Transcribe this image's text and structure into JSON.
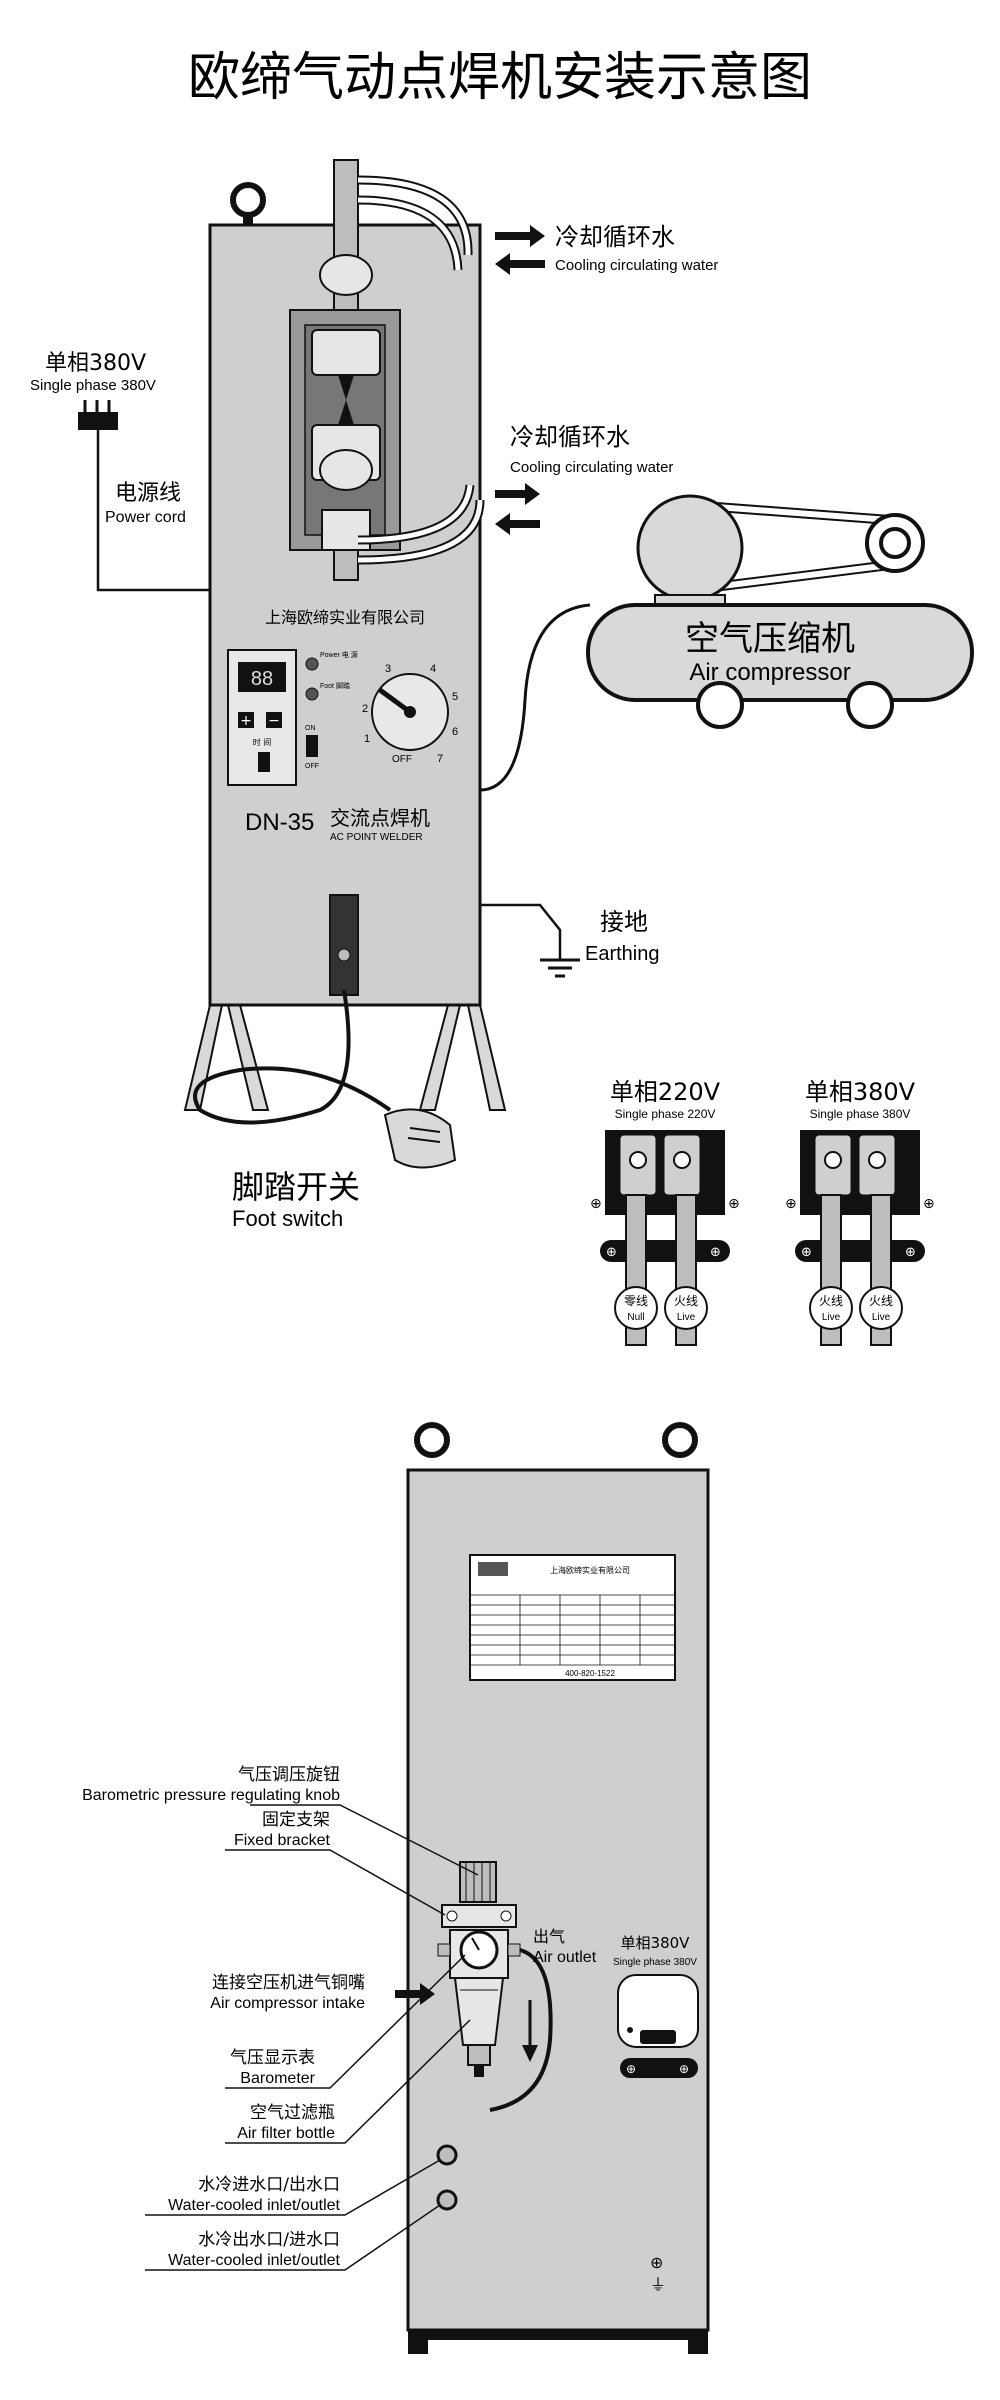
{
  "title": "欧缔气动点焊机安装示意图",
  "front": {
    "cooling_water_top_cn": "冷却循环水",
    "cooling_water_top_en": "Cooling circulating water",
    "cooling_water_mid_cn": "冷却循环水",
    "cooling_water_mid_en": "Cooling circulating water",
    "power_supply_cn": "单相380V",
    "power_supply_en": "Single phase 380V",
    "power_cord_cn": "电源线",
    "power_cord_en": "Power cord",
    "company_name": "上海欧缔实业有限公司",
    "model": "DN-35",
    "model_cn": "交流点焊机",
    "model_en": "AC POINT WELDER",
    "controller_display": "88",
    "power_indicator": "Power 电 源",
    "foot_indicator": "Foot 脚踏",
    "on_label": "ON",
    "off_label": "OFF",
    "time_label": "时 间",
    "dial_numbers": [
      "1",
      "2",
      "3",
      "4",
      "5",
      "6",
      "7"
    ],
    "dial_off": "OFF",
    "compressor_cn": "空气压缩机",
    "compressor_en": "Air compressor",
    "earthing_cn": "接地",
    "earthing_en": "Earthing",
    "foot_switch_cn": "脚踏开关",
    "foot_switch_en": "Foot switch"
  },
  "terminals": [
    {
      "title_cn": "单相220V",
      "title_en": "Single phase 220V",
      "left_cn": "零线",
      "left_en": "Null",
      "right_cn": "火线",
      "right_en": "Live"
    },
    {
      "title_cn": "单相380V",
      "title_en": "Single phase 380V",
      "left_cn": "火线",
      "left_en": "Live",
      "right_cn": "火线",
      "right_en": "Live"
    }
  ],
  "rear": {
    "nameplate_company": "上海欧缔实业有限公司",
    "nameplate_phone": "400-820-1522",
    "knob_cn": "气压调压旋钮",
    "knob_en": "Barometric pressure regulating knob",
    "bracket_cn": "固定支架",
    "bracket_en": "Fixed bracket",
    "intake_cn": "连接空压机进气铜嘴",
    "intake_en": "Air compressor intake",
    "barometer_cn": "气压显示表",
    "barometer_en": "Barometer",
    "filter_cn": "空气过滤瓶",
    "filter_en": "Air filter bottle",
    "outlet_cn": "出气",
    "outlet_en": "Air outlet",
    "water1_cn": "水冷进水口/出水口",
    "water1_en": "Water-cooled inlet/outlet",
    "water2_cn": "水冷出水口/进水口",
    "water2_en": "Water-cooled inlet/outlet",
    "socket_cn": "单相380V",
    "socket_en": "Single phase 380V"
  }
}
